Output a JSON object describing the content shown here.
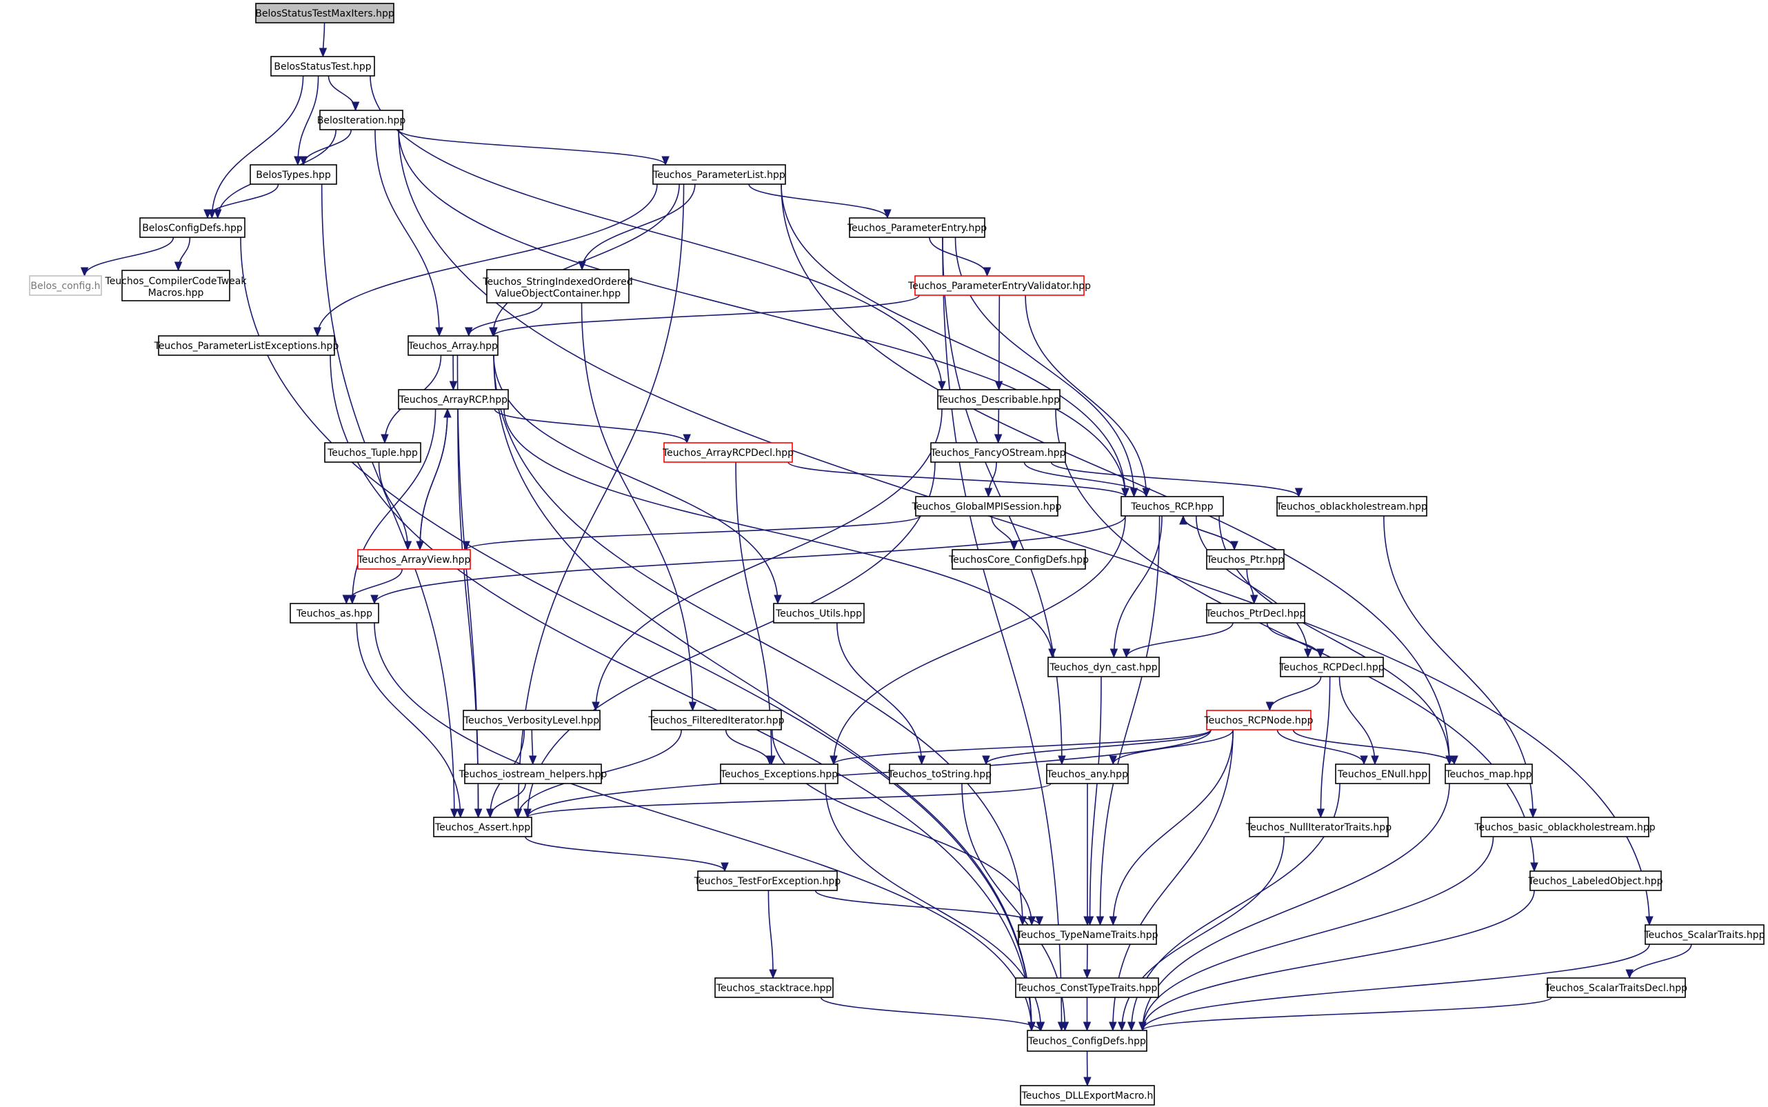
{
  "graph": {
    "colors": {
      "edge": "#191970",
      "node_border": "#000000",
      "truncated_border": "#ff0000",
      "external_border": "#bfbfbf",
      "root_fill": "#bfbfbf"
    },
    "nodes": [
      {
        "id": "root",
        "label": "BelosStatusTestMaxIters.hpp",
        "style": "root"
      },
      {
        "id": "statustest",
        "label": "BelosStatusTest.hpp"
      },
      {
        "id": "iteration",
        "label": "BelosIteration.hpp"
      },
      {
        "id": "types",
        "label": "BelosTypes.hpp"
      },
      {
        "id": "configdefs",
        "label": "BelosConfigDefs.hpp"
      },
      {
        "id": "belosconfig",
        "label": "Belos_config.h",
        "style": "grey"
      },
      {
        "id": "compilercode",
        "label": "Teuchos_CompilerCodeTweak Macros.hpp"
      },
      {
        "id": "paramlist",
        "label": "Teuchos_ParameterList.hpp"
      },
      {
        "id": "paramentry",
        "label": "Teuchos_ParameterEntry.hpp"
      },
      {
        "id": "strindexed",
        "label": "Teuchos_StringIndexedOrdered ValueObjectContainer.hpp"
      },
      {
        "id": "pevalidator",
        "label": "Teuchos_ParameterEntryValidator.hpp",
        "style": "red"
      },
      {
        "id": "plexceptions",
        "label": "Teuchos_ParameterListExceptions.hpp"
      },
      {
        "id": "array",
        "label": "Teuchos_Array.hpp"
      },
      {
        "id": "arrayrcp",
        "label": "Teuchos_ArrayRCP.hpp"
      },
      {
        "id": "describable",
        "label": "Teuchos_Describable.hpp"
      },
      {
        "id": "tuple",
        "label": "Teuchos_Tuple.hpp"
      },
      {
        "id": "arrayrcpdecl",
        "label": "Teuchos_ArrayRCPDecl.hpp",
        "style": "red"
      },
      {
        "id": "fancyostream",
        "label": "Teuchos_FancyOStream.hpp"
      },
      {
        "id": "globalmpi",
        "label": "Teuchos_GlobalMPISession.hpp"
      },
      {
        "id": "rcp",
        "label": "Teuchos_RCP.hpp"
      },
      {
        "id": "oblackhole",
        "label": "Teuchos_oblackholestream.hpp"
      },
      {
        "id": "arrayview",
        "label": "Teuchos_ArrayView.hpp",
        "style": "red"
      },
      {
        "id": "coreconfig",
        "label": "TeuchosCore_ConfigDefs.hpp"
      },
      {
        "id": "ptr",
        "label": "Teuchos_Ptr.hpp"
      },
      {
        "id": "as",
        "label": "Teuchos_as.hpp"
      },
      {
        "id": "utils",
        "label": "Teuchos_Utils.hpp"
      },
      {
        "id": "ptrdecl",
        "label": "Teuchos_PtrDecl.hpp"
      },
      {
        "id": "dyncast",
        "label": "Teuchos_dyn_cast.hpp"
      },
      {
        "id": "rcpdecl",
        "label": "Teuchos_RCPDecl.hpp"
      },
      {
        "id": "verbosity",
        "label": "Teuchos_VerbosityLevel.hpp"
      },
      {
        "id": "filtered",
        "label": "Teuchos_FilteredIterator.hpp"
      },
      {
        "id": "rcpnode",
        "label": "Teuchos_RCPNode.hpp",
        "style": "red"
      },
      {
        "id": "iohelpers",
        "label": "Teuchos_iostream_helpers.hpp"
      },
      {
        "id": "exceptions",
        "label": "Teuchos_Exceptions.hpp"
      },
      {
        "id": "tostring",
        "label": "Teuchos_toString.hpp"
      },
      {
        "id": "any",
        "label": "Teuchos_any.hpp"
      },
      {
        "id": "enull",
        "label": "Teuchos_ENull.hpp"
      },
      {
        "id": "map",
        "label": "Teuchos_map.hpp"
      },
      {
        "id": "assert",
        "label": "Teuchos_Assert.hpp"
      },
      {
        "id": "nulliter",
        "label": "Teuchos_NullIteratorTraits.hpp"
      },
      {
        "id": "basicblackhole",
        "label": "Teuchos_basic_oblackholestream.hpp"
      },
      {
        "id": "testforexc",
        "label": "Teuchos_TestForException.hpp"
      },
      {
        "id": "labeledobj",
        "label": "Teuchos_LabeledObject.hpp"
      },
      {
        "id": "typenametraits",
        "label": "Teuchos_TypeNameTraits.hpp"
      },
      {
        "id": "scalartraits",
        "label": "Teuchos_ScalarTraits.hpp"
      },
      {
        "id": "stacktrace",
        "label": "Teuchos_stacktrace.hpp"
      },
      {
        "id": "consttype",
        "label": "Teuchos_ConstTypeTraits.hpp"
      },
      {
        "id": "scalartraitsdecl",
        "label": "Teuchos_ScalarTraitsDecl.hpp"
      },
      {
        "id": "tconfigdefs",
        "label": "Teuchos_ConfigDefs.hpp"
      },
      {
        "id": "dllexport",
        "label": "Teuchos_DLLExportMacro.h"
      }
    ],
    "edges": [
      {
        "from": "root",
        "to": "statustest"
      },
      {
        "from": "statustest",
        "to": "iteration"
      },
      {
        "from": "statustest",
        "to": "types"
      },
      {
        "from": "statustest",
        "to": "configdefs"
      },
      {
        "from": "statustest",
        "to": "describable"
      },
      {
        "from": "iteration",
        "to": "types"
      },
      {
        "from": "iteration",
        "to": "configdefs"
      },
      {
        "from": "iteration",
        "to": "paramlist"
      },
      {
        "from": "iteration",
        "to": "array"
      },
      {
        "from": "iteration",
        "to": "rcp"
      },
      {
        "from": "iteration",
        "to": "scalartraits"
      },
      {
        "from": "types",
        "to": "configdefs"
      },
      {
        "from": "types",
        "to": "assert"
      },
      {
        "from": "configdefs",
        "to": "belosconfig"
      },
      {
        "from": "configdefs",
        "to": "compilercode"
      },
      {
        "from": "configdefs",
        "to": "tconfigdefs"
      },
      {
        "from": "paramlist",
        "to": "paramentry"
      },
      {
        "from": "paramlist",
        "to": "strindexed"
      },
      {
        "from": "paramlist",
        "to": "plexceptions"
      },
      {
        "from": "paramlist",
        "to": "array"
      },
      {
        "from": "paramlist",
        "to": "rcp"
      },
      {
        "from": "paramlist",
        "to": "map"
      },
      {
        "from": "paramlist",
        "to": "assert"
      },
      {
        "from": "paramentry",
        "to": "pevalidator"
      },
      {
        "from": "paramentry",
        "to": "rcp"
      },
      {
        "from": "paramentry",
        "to": "any"
      },
      {
        "from": "paramentry",
        "to": "tconfigdefs"
      },
      {
        "from": "strindexed",
        "to": "array"
      },
      {
        "from": "strindexed",
        "to": "filtered"
      },
      {
        "from": "pevalidator",
        "to": "array"
      },
      {
        "from": "pevalidator",
        "to": "describable"
      },
      {
        "from": "pevalidator",
        "to": "rcp"
      },
      {
        "from": "plexceptions",
        "to": "tconfigdefs"
      },
      {
        "from": "array",
        "to": "arrayrcp"
      },
      {
        "from": "array",
        "to": "tuple"
      },
      {
        "from": "array",
        "to": "utils"
      },
      {
        "from": "array",
        "to": "assert"
      },
      {
        "from": "array",
        "to": "typenametraits"
      },
      {
        "from": "array",
        "to": "tconfigdefs"
      },
      {
        "from": "arrayrcp",
        "to": "arrayrcpdecl"
      },
      {
        "from": "arrayrcp",
        "to": "arrayview"
      },
      {
        "from": "arrayrcp",
        "to": "as"
      },
      {
        "from": "arrayrcp",
        "to": "dyncast"
      },
      {
        "from": "arrayrcp",
        "to": "assert"
      },
      {
        "from": "arrayview",
        "to": "arrayrcp"
      },
      {
        "from": "arrayview",
        "to": "as"
      },
      {
        "from": "tuple",
        "to": "arrayview"
      },
      {
        "from": "arrayrcpdecl",
        "to": "rcp"
      },
      {
        "from": "arrayrcpdecl",
        "to": "exceptions"
      },
      {
        "from": "describable",
        "to": "fancyostream"
      },
      {
        "from": "describable",
        "to": "verbosity"
      },
      {
        "from": "describable",
        "to": "labeledobj"
      },
      {
        "from": "fancyostream",
        "to": "globalmpi"
      },
      {
        "from": "fancyostream",
        "to": "rcp"
      },
      {
        "from": "fancyostream",
        "to": "oblackhole"
      },
      {
        "from": "fancyostream",
        "to": "assert"
      },
      {
        "from": "globalmpi",
        "to": "arrayview"
      },
      {
        "from": "globalmpi",
        "to": "coreconfig"
      },
      {
        "from": "oblackhole",
        "to": "basicblackhole"
      },
      {
        "from": "rcp",
        "to": "ptr"
      },
      {
        "from": "rcp",
        "to": "as"
      },
      {
        "from": "rcp",
        "to": "dyncast"
      },
      {
        "from": "rcp",
        "to": "rcpdecl"
      },
      {
        "from": "rcp",
        "to": "exceptions"
      },
      {
        "from": "rcp",
        "to": "map"
      },
      {
        "from": "rcp",
        "to": "typenametraits"
      },
      {
        "from": "ptr",
        "to": "rcp"
      },
      {
        "from": "ptr",
        "to": "ptrdecl"
      },
      {
        "from": "ptrdecl",
        "to": "dyncast"
      },
      {
        "from": "ptrdecl",
        "to": "rcpdecl"
      },
      {
        "from": "rcpdecl",
        "to": "rcpnode"
      },
      {
        "from": "rcpdecl",
        "to": "enull"
      },
      {
        "from": "rcpdecl",
        "to": "nulliter"
      },
      {
        "from": "rcpnode",
        "to": "exceptions"
      },
      {
        "from": "rcpnode",
        "to": "tostring"
      },
      {
        "from": "rcpnode",
        "to": "any"
      },
      {
        "from": "rcpnode",
        "to": "enull"
      },
      {
        "from": "rcpnode",
        "to": "map"
      },
      {
        "from": "rcpnode",
        "to": "assert"
      },
      {
        "from": "rcpnode",
        "to": "typenametraits"
      },
      {
        "from": "rcpnode",
        "to": "tconfigdefs"
      },
      {
        "from": "as",
        "to": "assert"
      },
      {
        "from": "as",
        "to": "tconfigdefs"
      },
      {
        "from": "utils",
        "to": "tostring"
      },
      {
        "from": "verbosity",
        "to": "iohelpers"
      },
      {
        "from": "verbosity",
        "to": "assert"
      },
      {
        "from": "iohelpers",
        "to": "assert"
      },
      {
        "from": "filtered",
        "to": "exceptions"
      },
      {
        "from": "filtered",
        "to": "assert"
      },
      {
        "from": "filtered",
        "to": "typenametraits"
      },
      {
        "from": "dyncast",
        "to": "typenametraits"
      },
      {
        "from": "exceptions",
        "to": "tconfigdefs"
      },
      {
        "from": "tostring",
        "to": "tconfigdefs"
      },
      {
        "from": "any",
        "to": "assert"
      },
      {
        "from": "any",
        "to": "typenametraits"
      },
      {
        "from": "enull",
        "to": "tconfigdefs"
      },
      {
        "from": "map",
        "to": "tconfigdefs"
      },
      {
        "from": "assert",
        "to": "testforexc"
      },
      {
        "from": "nulliter",
        "to": "tconfigdefs"
      },
      {
        "from": "basicblackhole",
        "to": "tconfigdefs"
      },
      {
        "from": "testforexc",
        "to": "stacktrace"
      },
      {
        "from": "testforexc",
        "to": "typenametraits"
      },
      {
        "from": "labeledobj",
        "to": "tconfigdefs"
      },
      {
        "from": "typenametraits",
        "to": "consttype"
      },
      {
        "from": "scalartraits",
        "to": "scalartraitsdecl"
      },
      {
        "from": "scalartraits",
        "to": "tconfigdefs"
      },
      {
        "from": "stacktrace",
        "to": "tconfigdefs"
      },
      {
        "from": "consttype",
        "to": "tconfigdefs"
      },
      {
        "from": "scalartraitsdecl",
        "to": "tconfigdefs"
      },
      {
        "from": "tconfigdefs",
        "to": "dllexport"
      }
    ]
  }
}
